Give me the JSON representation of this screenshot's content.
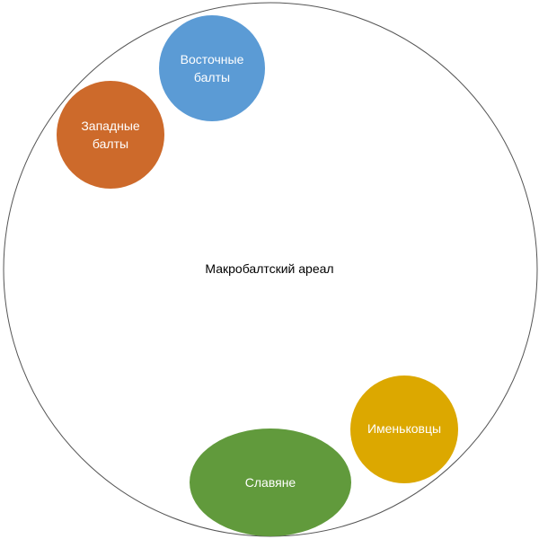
{
  "outer": {
    "label": "Макробалтский ареал"
  },
  "nodes": [
    {
      "id": "east",
      "line1": "Восточные",
      "line2": "балты",
      "color": "#5b9bd5"
    },
    {
      "id": "west",
      "line1": "Западные",
      "line2": "балты",
      "color": "#cd6a2b"
    },
    {
      "id": "imen",
      "line1": "Именьковцы",
      "color": "#dca800"
    },
    {
      "id": "slav",
      "line1": "Славяне",
      "color": "#619a3c"
    }
  ]
}
